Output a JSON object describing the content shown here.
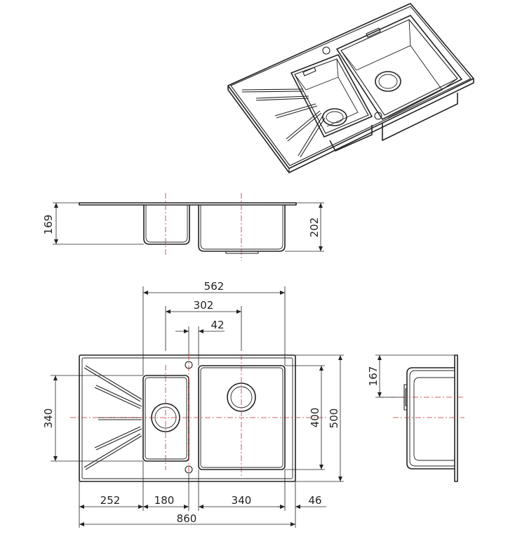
{
  "dimensions": {
    "side_view": {
      "left_bowl_depth": "169",
      "right_bowl_depth": "202"
    },
    "top_view": {
      "width_562": "562",
      "width_302": "302",
      "width_42": "42",
      "height_340": "340",
      "height_400": "400",
      "height_500": "500",
      "width_252": "252",
      "width_180": "180",
      "width_340": "340",
      "width_46": "46",
      "total_width": "860"
    },
    "end_view": {
      "depth_167": "167"
    }
  },
  "colors": {
    "line": "#222222",
    "centerline": "#c03030"
  }
}
